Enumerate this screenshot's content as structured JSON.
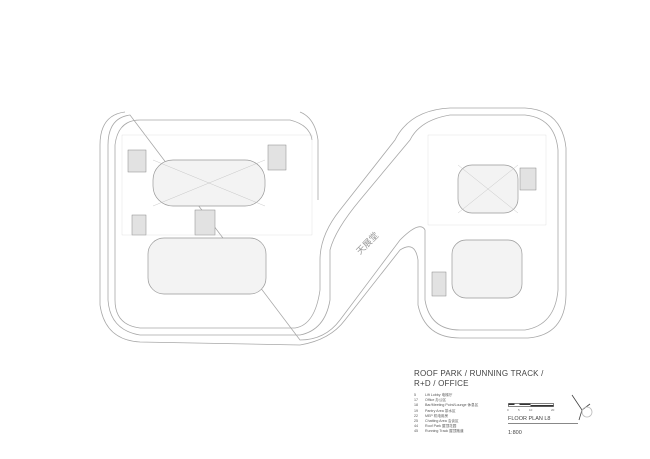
{
  "title": [
    "ROOF PARK / RUNNING TRACK /",
    "R+D / OFFICE"
  ],
  "legend": [
    {
      "num": "5",
      "label": "Lift Lobby 电梯厅"
    },
    {
      "num": "17",
      "label": "Office 办公区"
    },
    {
      "num": "18",
      "label": "Bar/Meeting Point/Lounge 休息区"
    },
    {
      "num": "19",
      "label": "Pantry Area 茶水区"
    },
    {
      "num": "22",
      "label": "MEP 机电用房"
    },
    {
      "num": "25",
      "label": "Chatting Area 洽谈区"
    },
    {
      "num": "44",
      "label": "Roof Park 屋顶花园"
    },
    {
      "num": "45",
      "label": "Running Track 屋顶跑道"
    }
  ],
  "scale_bar": {
    "ticks": [
      "0",
      "5",
      "10",
      "20"
    ]
  },
  "floor_plan": "FLOOR PLAN L8",
  "scale": "1:800",
  "logo_text": "天展堂",
  "north_arrow": "N",
  "colors": {
    "line": "#9a9a9a",
    "fill": "#f4f4f4"
  }
}
